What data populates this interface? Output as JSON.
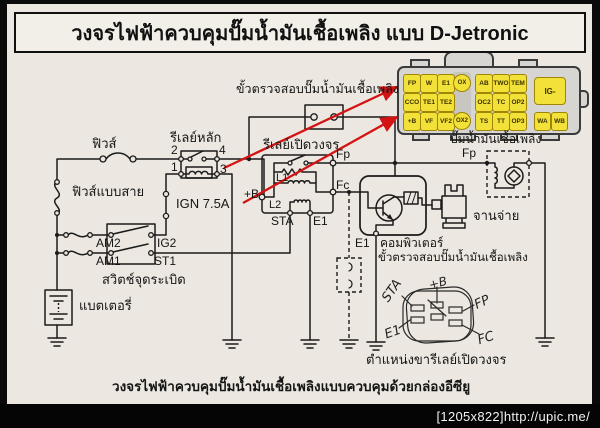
{
  "title": "วงจรไฟฟ้าควบคุมปั๊มน้ำมันเชื้อเพลิง แบบ D-Jetronic",
  "watermark": "[1205x822]http://upic.me/",
  "captions": {
    "bottom": "วงจรไฟฟ้าควบคุมปั๊มน้ำมันเชื้อเพลิงแบบควบคุมด้วยกล่องอีซียู",
    "sketch": "ตำแหน่งขารีเลย์เปิดวงจร"
  },
  "labels": {
    "check_connector_top": "ขั้วตรวจสอบปั๊มน้ำมันเชื้อเพลิง",
    "fuse": "ฟิวส์",
    "fusible_link": "ฟิวส์แบบสาย",
    "main_relay": "รีเลย์หลัก",
    "circuit_opening_relay": "รีเลย์เปิดวงจร",
    "ign_fuse": "IGN 7.5A",
    "ignition_switch": "สวิตช์จุดระเบิด",
    "battery": "แบตเตอรี่",
    "computer": "คอมพิวเตอร์",
    "check_connector_lower": "ขั้วตรวจสอบปั๊มน้ำมันเชื้อเพลิง",
    "fuel_pump": "ปั๊มน้ำมันเชื้อเพลิง",
    "distributor": "จานจ่าย"
  },
  "terminals": {
    "n2": "2",
    "n4": "4",
    "n1": "1",
    "n3": "3",
    "am2": "AM2",
    "ig2": "IG2",
    "am1": "AM1",
    "st1": "ST1",
    "plus_b": "+B",
    "l1": "L1",
    "l2": "L2",
    "sta": "STA",
    "e1_relay": "E1",
    "fp_relay": "Fp",
    "fc": "Fc",
    "fp_pump": "Fp",
    "e1_ecu": "E1"
  },
  "sketch_labels": {
    "sta": "STA",
    "plus_b": "+B",
    "fp": "FP",
    "e1": "E1",
    "fc": "FC"
  },
  "connector": {
    "left": [
      [
        "FP",
        "W",
        "E1"
      ],
      [
        "CCO",
        "TE1",
        "TE2"
      ],
      [
        "+B",
        "VF",
        "VF2"
      ]
    ],
    "round": [
      "OX",
      "OX2"
    ],
    "right": [
      [
        "AB",
        "TWO",
        "TEM"
      ],
      [
        "OC2",
        "TC",
        "OP2"
      ],
      [
        "TS",
        "TT",
        "OP3"
      ]
    ],
    "big": "IG-",
    "small": [
      "WA",
      "WB"
    ]
  },
  "colors": {
    "pin_yellow": "#f2e139",
    "arrow_red": "#d41414",
    "paper": "#ece8e1",
    "line": "#1b1b1b"
  }
}
